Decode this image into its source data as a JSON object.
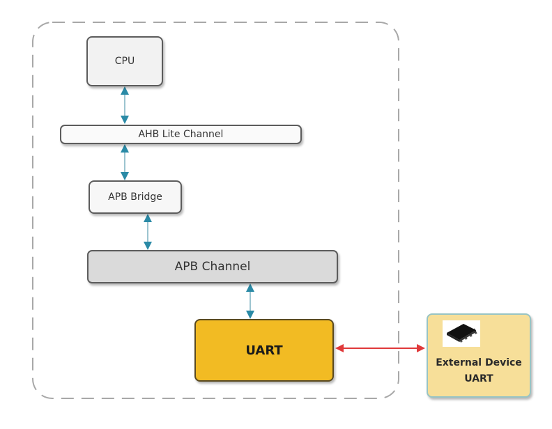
{
  "diagram": {
    "type": "block-diagram",
    "container": {
      "style": "dashed-rounded",
      "border_color": "#a8a8a8"
    },
    "blocks": {
      "cpu": {
        "label": "CPU",
        "fill": "#f2f2f2"
      },
      "ahb": {
        "label": "AHB Lite Channel",
        "fill": "#fafafa"
      },
      "apb_bridge": {
        "label": "APB Bridge",
        "fill": "#f7f7f7"
      },
      "apb_channel": {
        "label": "APB Channel",
        "fill": "#dadada"
      },
      "uart": {
        "label": "UART",
        "fill": "#f2bb23"
      },
      "external": {
        "label_line1": "External Device",
        "label_line2": "UART",
        "fill": "#f7df99",
        "icon": "ic-chip-icon"
      }
    },
    "connections": [
      {
        "from": "CPU",
        "to": "AHB Lite Channel",
        "style": "bidirectional",
        "color": "#2a8aa6"
      },
      {
        "from": "AHB Lite Channel",
        "to": "APB Bridge",
        "style": "bidirectional",
        "color": "#2a8aa6"
      },
      {
        "from": "APB Bridge",
        "to": "APB Channel",
        "style": "bidirectional",
        "color": "#2a8aa6"
      },
      {
        "from": "APB Channel",
        "to": "UART",
        "style": "bidirectional",
        "color": "#2a8aa6"
      },
      {
        "from": "UART",
        "to": "External Device UART",
        "style": "bidirectional",
        "color": "#e0393a"
      }
    ]
  }
}
